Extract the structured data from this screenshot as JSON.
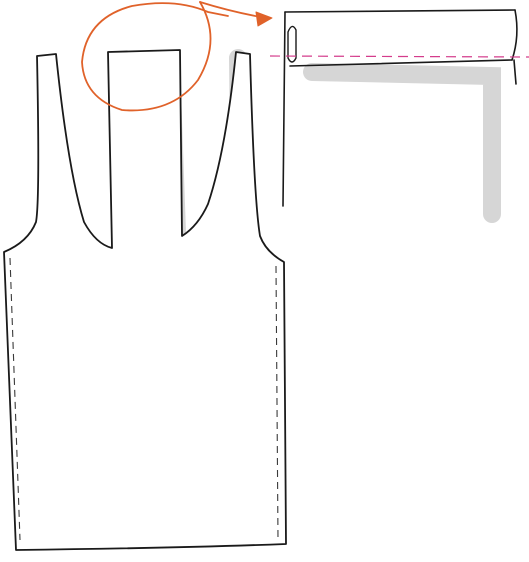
{
  "colors": {
    "background": "#ffffff",
    "outline": "#1a1a1a",
    "shadow": "#d6d6d6",
    "stitch": "#3a3a3a",
    "annotation_arrow": "#e0622a",
    "fold_line": "#d43c8c"
  },
  "elements": {
    "garment": "tank-top-body",
    "strap_detail": "folded-strap-detail",
    "annotation": "circle-with-arrow",
    "stitching": "dashed-seam-lines",
    "fold_marker": "dashed-fold-line"
  }
}
